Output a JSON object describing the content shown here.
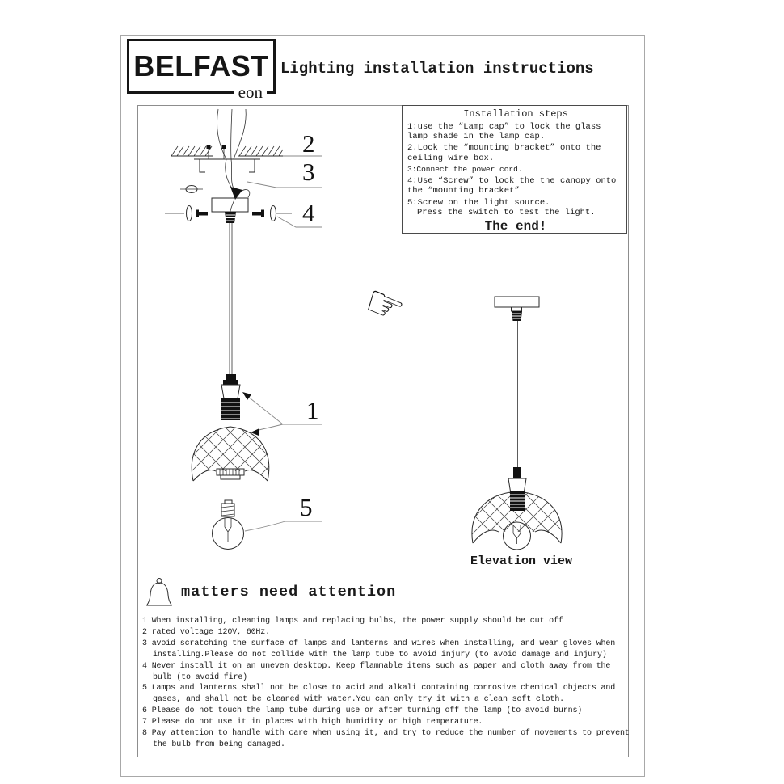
{
  "logo": {
    "brand": "BELFAST",
    "sub": "eon"
  },
  "header": {
    "title": "Lighting installation instructions"
  },
  "installation_steps": {
    "title": "Installation steps",
    "steps": [
      "1:use the “Lamp cap”  to lock the glass lamp shade in the lamp cap.",
      "2.Lock the “mounting bracket” onto the ceiling wire box.",
      "3:Connect the power cord.",
      "4:Use “Screw”  to lock the  the canopy onto the “mounting bracket”",
      "5:Screw on the light source.",
      "Press the switch to test the light."
    ],
    "footer": "The end!"
  },
  "diagram": {
    "labels": {
      "ceiling_box": "2",
      "power_cord": "3",
      "canopy_screw": "4",
      "lamp_shade": "1",
      "bulb": "5"
    },
    "elevation_caption": "Elevation view"
  },
  "attention": {
    "heading": "matters need attention",
    "items": [
      "1 When installing, cleaning lamps and replacing bulbs, the power supply should be cut off",
      "2 rated voltage 120V, 60Hz.",
      "3 avoid scratching the surface of lamps and lanterns and wires when installing, and wear gloves when installing.Please do not collide with the lamp tube to avoid injury (to avoid damage and injury)",
      "4 Never install it on an uneven desktop. Keep flammable items such as paper and cloth away from the bulb (to avoid fire)",
      "5 Lamps and lanterns shall not be close to acid and alkali containing corrosive chemical objects and gases, and shall not be cleaned with water.You can only try it with a clean soft cloth.",
      "6 Please do not touch the lamp tube during use or after turning off the lamp (to avoid burns)",
      "7 Please do not use it in places with high humidity or high temperature.",
      "8 Pay attention to handle with care when using it, and try to reduce the number of movements to prevent the bulb from being damaged."
    ]
  }
}
